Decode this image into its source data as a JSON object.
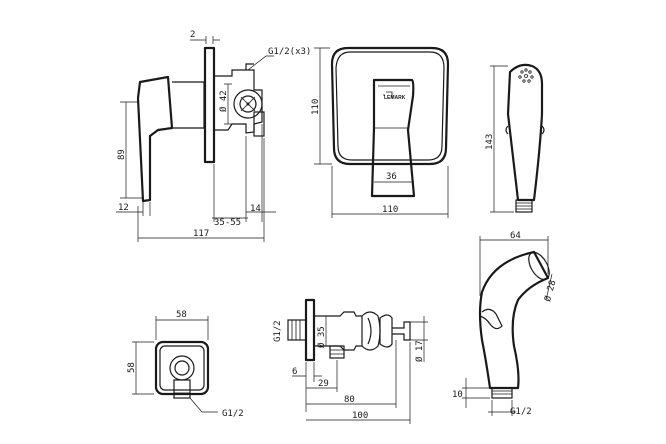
{
  "brand": "LEMARK",
  "dimensions": {
    "d2": "2",
    "g12x3": "G1/2(x3)",
    "d42": "Ø 42",
    "d89": "89",
    "d12": "12",
    "d35_55": "35-55",
    "d14": "14",
    "d117": "117",
    "d110h": "110",
    "d36": "36",
    "d110w": "110",
    "d143": "143",
    "d58w": "58",
    "d58h": "58",
    "g12_flange": "G1/2",
    "g12_valve": "G1/2",
    "d35": "Ø 35",
    "d17": "Ø 17",
    "d6": "6",
    "d29": "29",
    "d80": "80",
    "d100": "100",
    "d64": "64",
    "d28": "Ø 28",
    "d10": "10",
    "g12_sprayer": "G1/2"
  }
}
